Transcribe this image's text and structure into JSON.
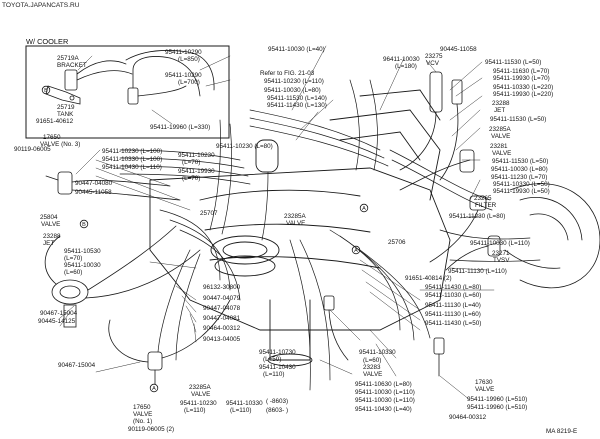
{
  "watermark": "TOYOTA.JAPANCATS.RU",
  "diagram_code": "MA 8219-E",
  "cooler_title": "W/ COOLER",
  "labels": [
    "25719A",
    "BRACKET",
    "25719",
    "TANK",
    "91651-40612",
    "95411-10290",
    "(L=850)",
    "95411-10290",
    "(L=700)",
    "95411-19960 (L=330)",
    "95411-10030 (L=40)",
    "Refer to FIG. 21-03",
    "95411-10230 (L=110)",
    "95411-10030 (L=80)",
    "95411-11530 (L=140)",
    "95411-11430 (L=130)",
    "96411-10030",
    "(L=180)",
    "23275",
    "VCV",
    "90445-11058",
    "95411-11530 (L=50)",
    "95411-11630 (L=70)",
    "95411-19930 (L=70)",
    "95411-10330 (L=220)",
    "95411-19930 (L=220)",
    "23288",
    "JET",
    "95411-11530 (L=50)",
    "23285A",
    "VALVE",
    "23281",
    "VALVE",
    "95411-11530 (L=50)",
    "95411-10030 (L=80)",
    "95411-11230 (L=70)",
    "95411-10330 (L=50)",
    "95411-19930 (L=50)",
    "23265",
    "FILTER",
    "95411-11230 (L=80)",
    "25706",
    "95411-10030 (L=110)",
    "23271",
    "TVSV",
    "95411-11130 (L=110)",
    "17650",
    "VALVE (No. 3)",
    "90119-06005",
    "95411-10230 (L=100)",
    "95411-10330 (L=100)",
    "95411-10430 (L=110)",
    "90447-04080",
    "90445-11058",
    "95411-10230 (L=80)",
    "95411-10230",
    "(L=70)",
    "95411-19930",
    "(L=70)",
    "25707",
    "23285A",
    "VALVE",
    "25804",
    "VALVE",
    "23288",
    "JET",
    "95411-10530",
    "(L=70)",
    "95411-10030",
    "(L=60)",
    "96132-30800",
    "90447-04079",
    "90447-04078",
    "90447-04081",
    "90464-00312",
    "90413-04005",
    "91651-40814 (2)",
    "95411-11430 (L=80)",
    "95411-11030 (L=60)",
    "95411-11130 (L=40)",
    "95411-11130 (L=60)",
    "95411-11430 (L=50)",
    "90467-15004",
    "90445-14125",
    "90467-15004",
    "95411-10730",
    "(L=50)",
    "95411-10430",
    "(L=110)",
    "95411-10330",
    "(L=60)",
    "23283",
    "VALVE",
    "95411-10630 (L=80)",
    "95411-10030 (L=110)",
    "95411-10030 (L=110)",
    "95411-10430 (L=40)",
    "23285A",
    "VALVE",
    "95411-10230",
    "(L=110)",
    "95411-10330",
    "(L=110)",
    "17650",
    "VALVE",
    "(No. 1)",
    "90119-06005 (2)",
    "(   -8603)",
    "(8603-   )",
    "17630",
    "VALVE",
    "95411-19960 (L=510)",
    "95411-19960 (L=510)",
    "90464-00312"
  ]
}
